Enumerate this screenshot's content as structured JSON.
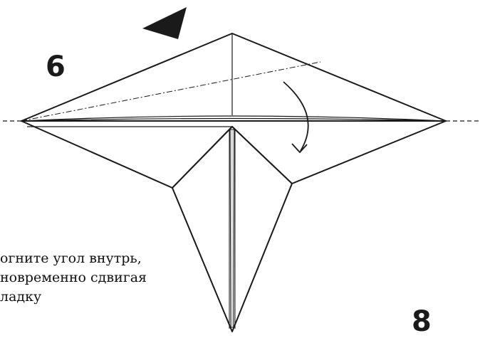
{
  "steps": {
    "current": "6",
    "next": "8"
  },
  "instruction": {
    "line1": "огните угол внутрь,",
    "line2": "новременно сдвигая",
    "line3": "ладку"
  },
  "colors": {
    "line": "#1a1a1a",
    "fill": "#ffffff",
    "shade": "#d9d9d9"
  }
}
